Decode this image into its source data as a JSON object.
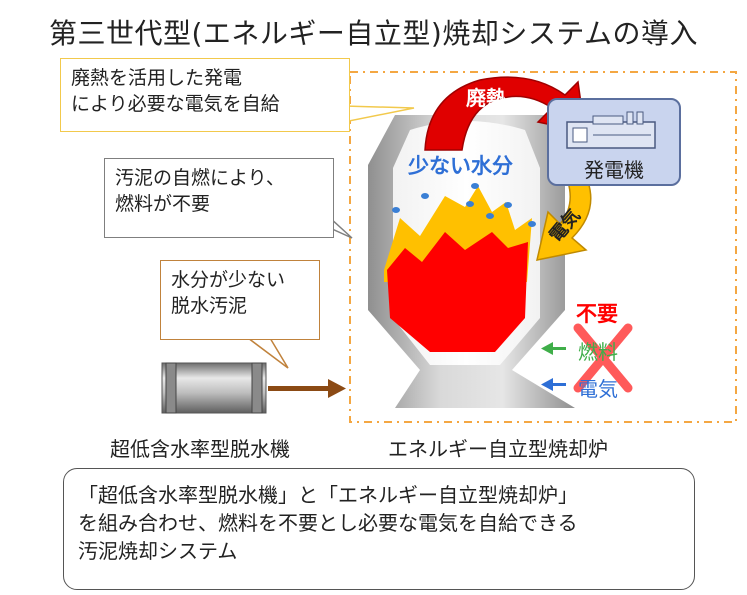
{
  "title": "第三世代型(エネルギー自立型)焼却システムの導入",
  "callouts": {
    "waste_heat": [
      "廃熱を活用した発電",
      "により必要な電気を自給"
    ],
    "self_burn": [
      "汚泥の自燃により、",
      "燃料が不要"
    ],
    "low_moisture": [
      "水分が少ない",
      "脱水汚泥"
    ]
  },
  "arrow_labels": {
    "waste_heat": "廃熱",
    "electricity": "電気"
  },
  "furnace": {
    "inner_label": "少ない水分",
    "caption": "エネルギー自立型焼却炉"
  },
  "generator": {
    "label": "発電機"
  },
  "dewatering": {
    "caption": "超低含水率型脱水機"
  },
  "unneeded": {
    "heading": "不要",
    "fuel": "燃料",
    "electricity": "電気"
  },
  "summary": [
    "「超低含水率型脱水機」と「エネルギー自立型焼却炉」",
    "を組み合わせ、燃料を不要とし必要な電気を自給できる",
    "汚泥焼却システム"
  ],
  "colors": {
    "flame_outer": "#ffc000",
    "flame_inner": "#ff0000",
    "furnace": "#b0b0b0",
    "heat_arrow": "#e00000",
    "power_arrow": "#ffc000",
    "generator_box": "#c9d4ee",
    "dashed_frame": "#f4a742",
    "fuel_text": "#3fae49",
    "electricity_text": "#2e6fd6",
    "cross": "#ff5a5a",
    "sludge_arrow": "#8b4a14",
    "water_drops": "#3a7fd5"
  }
}
